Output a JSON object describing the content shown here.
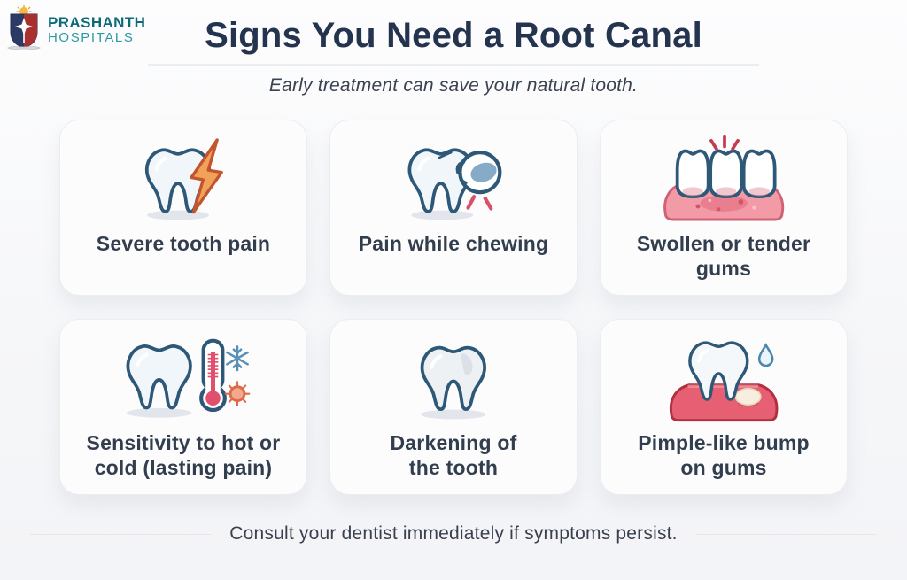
{
  "header": {
    "logo": {
      "line1": "PRASHANTH",
      "line2": "HOSPITALS"
    },
    "title": "Signs You Need a Root Canal",
    "subtitle": "Early treatment can save your natural tooth."
  },
  "cards": [
    {
      "icon": "tooth-lightning-icon",
      "label": "Severe tooth pain"
    },
    {
      "icon": "tooth-chewing-icon",
      "label": "Pain while chewing"
    },
    {
      "icon": "swollen-gums-icon",
      "label": "Swollen or tender gums"
    },
    {
      "icon": "tooth-hot-cold-icon",
      "label": "Sensitivity to hot or\ncold (lasting pain)"
    },
    {
      "icon": "darkened-tooth-icon",
      "label": "Darkening of\nthe tooth"
    },
    {
      "icon": "gum-bump-icon",
      "label": "Pimple-like bump\non gums"
    }
  ],
  "footer": {
    "note": "Consult your dentist immediately if symptoms persist."
  },
  "colors": {
    "title_navy": "#24344f",
    "logo_teal_dark": "#0c6b77",
    "logo_teal_light": "#2d99a1",
    "tooth_outline": "#2e5878",
    "pain_red": "#d8506a",
    "lightning_orange": "#f2a258",
    "gum_pink": "#f29aa5",
    "gum_red": "#e75f72",
    "cold_blue": "#5b8fb5",
    "chew_blue": "#85abc8"
  }
}
